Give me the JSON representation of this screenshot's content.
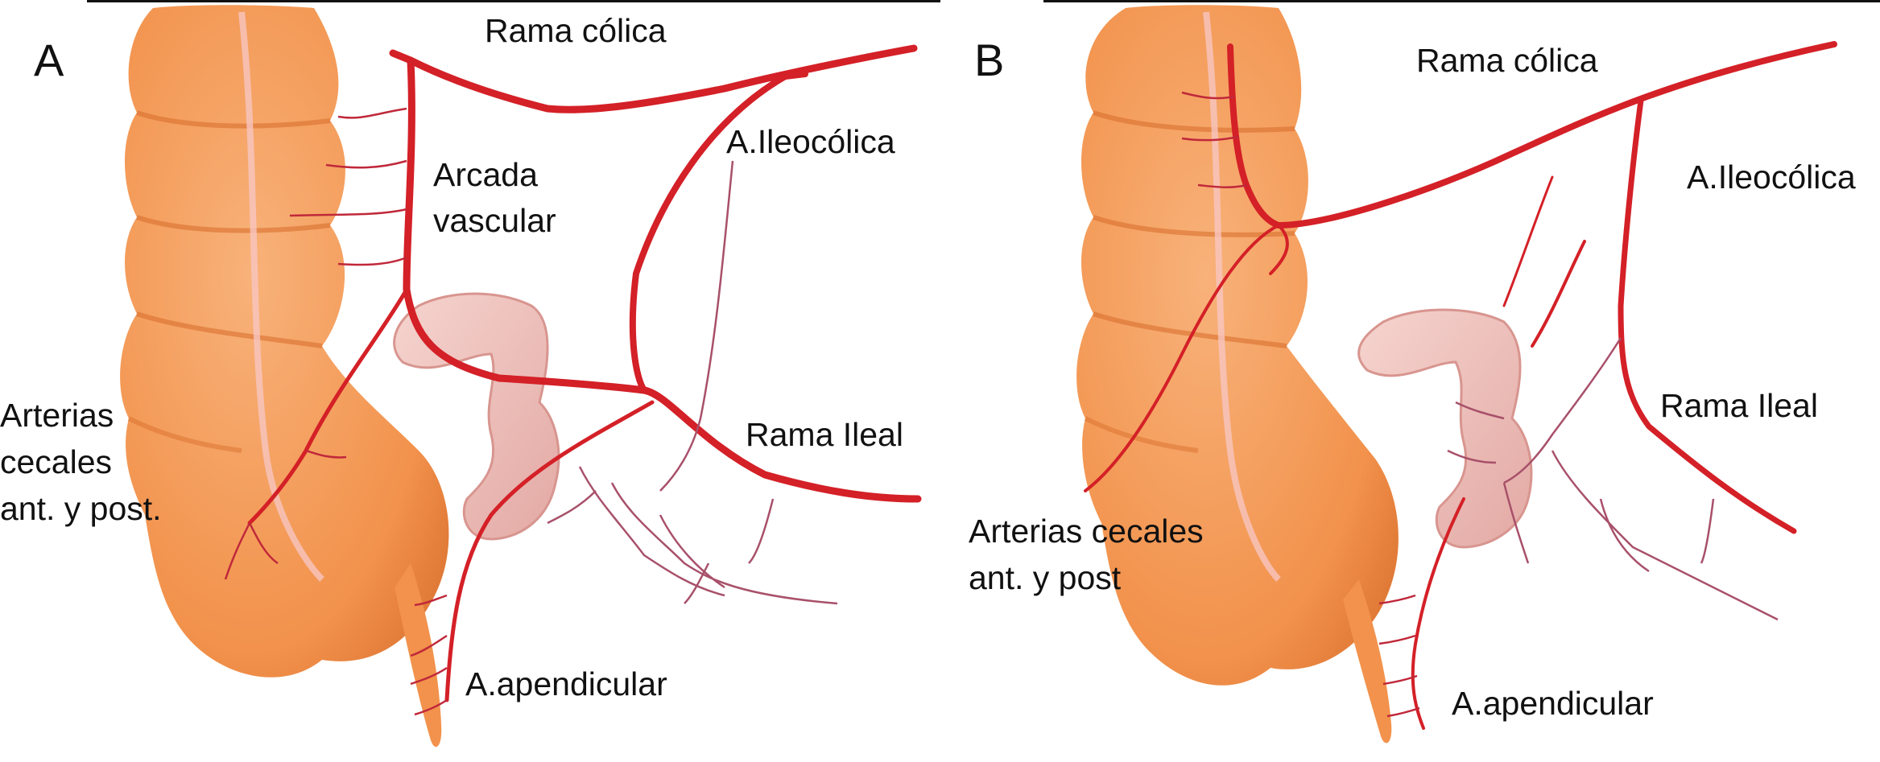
{
  "panels": [
    {
      "letter": "A",
      "labels": {
        "rama_colica": "Rama cólica",
        "a_ileocolica": "A.Ileocólica",
        "arcada": "Arcada",
        "vascular": "vascular",
        "rama_ileal": "Rama Ileal",
        "cecales_1": "Arterias",
        "cecales_2": "cecales",
        "cecales_3": "ant. y post.",
        "apendicular": "A.apendicular"
      }
    },
    {
      "letter": "B",
      "labels": {
        "rama_colica": "Rama cólica",
        "a_ileocolica": "A.Ileocólica",
        "rama_ileal": "Rama Ileal",
        "cecales_1": "Arterias cecales",
        "cecales_2": "ant. y post",
        "apendicular": "A.apendicular"
      }
    }
  ],
  "colors": {
    "artery": "#d42027",
    "artery_small": "#c0283a",
    "vein_small": "#a8506a",
    "colon": "#f3974f",
    "colon_dark": "#d9702e",
    "ileum": "#eec0bb"
  }
}
